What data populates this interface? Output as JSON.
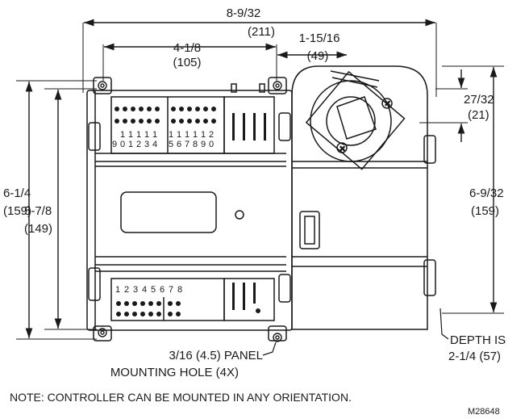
{
  "dimensions": {
    "overall_width": {
      "fraction": "8-9/32",
      "mm": "(211)"
    },
    "hole_spacing_width": {
      "fraction": "4-1/8",
      "mm": "(105)"
    },
    "actuator_offset": {
      "fraction": "1-15/16",
      "mm": "(49)"
    },
    "actuator_hub": {
      "fraction": "27/32",
      "mm": "(21)"
    },
    "overall_height": {
      "fraction": "6-1/4",
      "mm": "(159)"
    },
    "hole_spacing_height": {
      "fraction": "5-7/8",
      "mm": "(149)"
    },
    "right_height": {
      "fraction": "6-9/32",
      "mm": "(159)"
    }
  },
  "callouts": {
    "depth_line1": "DEPTH IS",
    "depth_line2": "2-1/4 (57)",
    "hole_line1": "3/16 (4.5) PANEL",
    "hole_line2": "MOUNTING HOLE (4X)"
  },
  "terminals": {
    "top_row1": [
      "",
      "1",
      "1",
      "1",
      "1",
      "1",
      "1",
      "1",
      "1",
      "1",
      "1",
      "2"
    ],
    "top_row2": [
      "9",
      "0",
      "1",
      "2",
      "3",
      "4",
      "5",
      "6",
      "7",
      "8",
      "9",
      "0"
    ],
    "bottom": [
      "1",
      "2",
      "3",
      "4",
      "5",
      "6",
      "7",
      "8"
    ]
  },
  "note": "NOTE:  CONTROLLER CAN BE MOUNTED IN ANY ORIENTATION.",
  "figure_id": "M28648"
}
